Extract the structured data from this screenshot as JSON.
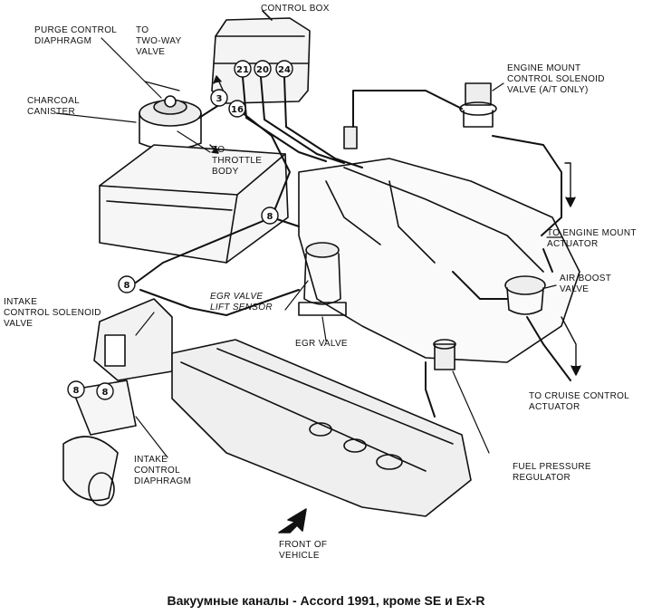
{
  "labels": {
    "control_box": "CONTROL BOX",
    "purge_control_diaphragm": "PURGE CONTROL\nDIAPHRAGM",
    "to_two_way_valve": "TO\nTWO-WAY\nVALVE",
    "charcoal_canister": "CHARCOAL\nCANISTER",
    "to_throttle_body": "TO\nTHROTTLE\nBODY",
    "engine_mount_control_solenoid_valve": "ENGINE MOUNT\nCONTROL SOLENOID\nVALVE (A/T ONLY)",
    "to_engine_mount_actuator": "TO ENGINE MOUNT\nACTUATOR",
    "air_boost_valve": "AIR BOOST\nVALVE",
    "intake_control_solenoid_valve": "INTAKE\nCONTROL SOLENOID\nVALVE",
    "egr_valve_lift_sensor": "EGR VALVE\nLIFT SENSOR",
    "egr_valve": "EGR VALVE",
    "to_cruise_control_actuator": "TO CRUISE CONTROL\nACTUATOR",
    "intake_control_diaphragm": "INTAKE\nCONTROL\nDIAPHRAGM",
    "fuel_pressure_regulator": "FUEL PRESSURE\nREGULATOR",
    "front_of_vehicle": "FRONT OF\nVEHICLE"
  },
  "hose_numbers": {
    "n21": "21",
    "n20": "20",
    "n24": "24",
    "n3": "3",
    "n16": "16",
    "n8_upper": "8",
    "n8_mid": "8",
    "n8_left": "8",
    "n8_right": "8"
  },
  "caption": "Вакуумные каналы - Accord 1991, кроме SE и  Ex-R",
  "colors": {
    "ink": "#111111",
    "paper": "#ffffff"
  }
}
